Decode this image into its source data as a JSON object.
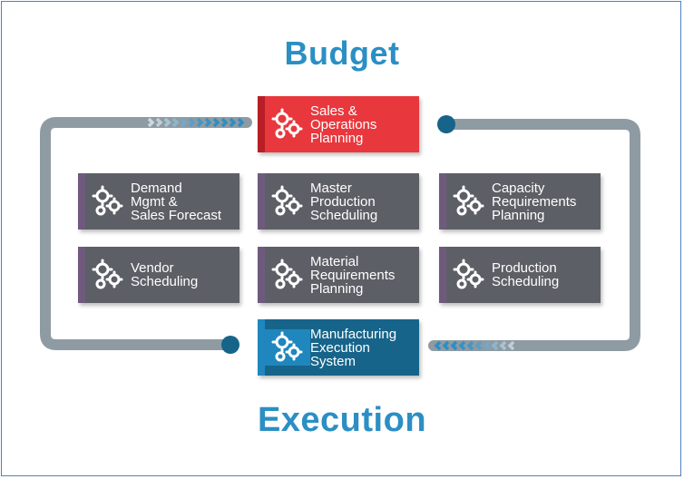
{
  "diagram": {
    "title_top": "Budget",
    "title_bottom": "Execution",
    "boxes": {
      "sop": {
        "label": "Sales &\nOperations\nPlanning",
        "color": "#e8383d"
      },
      "demand": {
        "label": "Demand\nMgmt &\nSales Forecast",
        "color": "#5d5f66"
      },
      "mps": {
        "label": "Master\nProduction\nScheduling",
        "color": "#5d5f66"
      },
      "capacity": {
        "label": "Capacity\nRequirements\nPlanning",
        "color": "#5d5f66"
      },
      "vendor": {
        "label": "Vendor\nScheduling",
        "color": "#5d5f66"
      },
      "mrp": {
        "label": "Material\nRequirements\nPlanning",
        "color": "#5d5f66"
      },
      "production": {
        "label": "Production\nScheduling",
        "color": "#5d5f66"
      },
      "mes": {
        "label": "Manufacturing\nExecution\nSystem",
        "color": "#17648a"
      }
    },
    "icon": "gears-icon",
    "loop_color": "#8f9ba3",
    "arrow_color": "#2b8fc4"
  }
}
